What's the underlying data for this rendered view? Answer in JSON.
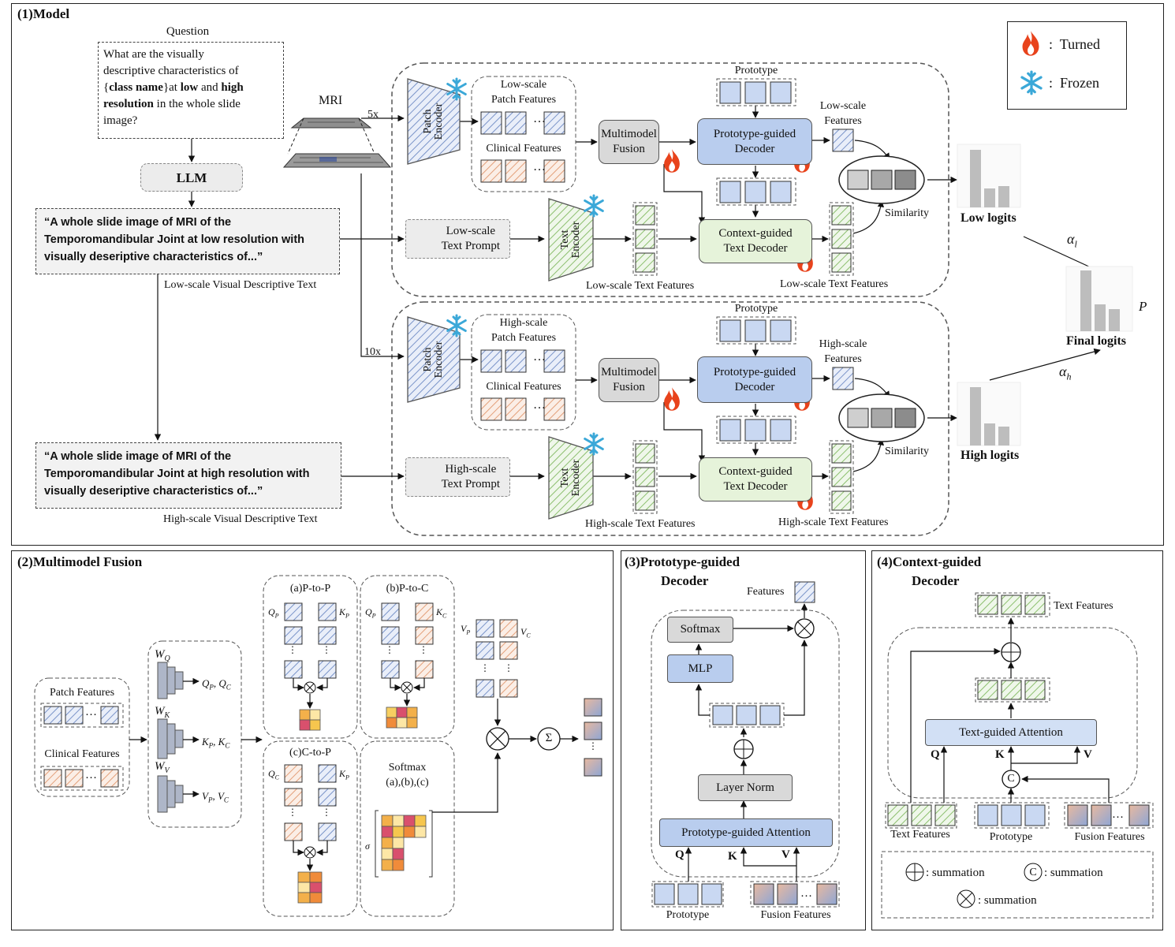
{
  "panel1": {
    "title": "(1)Model",
    "question_title": "Question",
    "question_parts": [
      "What are the visually",
      "descriptive characteristics of",
      "{",
      "class name",
      "}at ",
      "low",
      " and ",
      "high",
      "resolution",
      " in the whole slide",
      "image?"
    ],
    "llm": "LLM",
    "low_text": "“A whole slide image of MRI of the Temporomandibular Joint at low resolution with visually deseriptive characteristics of...”",
    "low_text_caption": "Low-scale Visual Descriptive Text",
    "high_text": "“A whole slide image of MRI of the Temporomandibular Joint at high resolution with visually deseriptive characteristics of...”",
    "high_text_caption": "High-scale Visual Descriptive Text",
    "mri": "MRI",
    "mag_low": "5x",
    "mag_high": "10x",
    "legend": {
      "turned": "Turned",
      "frozen": "Frozen",
      "sep": ":"
    },
    "low": {
      "patch_encoder": "Patch Encoder",
      "patch_features": [
        "Low-scale",
        "Patch Features"
      ],
      "clinical_features": "Clinical Features",
      "fusion": [
        "Multimodel",
        "Fusion"
      ],
      "prototype": "Prototype",
      "proto_decoder": [
        "Prototype-guided",
        "Decoder"
      ],
      "scale_features": [
        "Low-scale",
        "Features"
      ],
      "text_prompt": [
        "Low-scale",
        "Text Prompt"
      ],
      "text_encoder": "Text Encoder",
      "text_features": "Low-scale Text Features",
      "context_decoder": [
        "Context-guided",
        "Text Decoder"
      ],
      "out_text_features": "Low-scale Text Features",
      "similarity": "Similarity",
      "logits": "Low logits",
      "alpha": "α",
      "alpha_sub": "l"
    },
    "high": {
      "patch_encoder": "Patch Encoder",
      "patch_features": [
        "High-scale",
        "Patch Features"
      ],
      "clinical_features": "Clinical Features",
      "fusion": [
        "Multimodel",
        "Fusion"
      ],
      "prototype": "Prototype",
      "proto_decoder": [
        "Prototype-guided",
        "Decoder"
      ],
      "scale_features": [
        "High-scale",
        "Features"
      ],
      "text_prompt": [
        "High-scale",
        "Text Prompt"
      ],
      "text_encoder": "Text Encoder",
      "text_features": "High-scale Text Features",
      "context_decoder": [
        "Context-guided",
        "Text Decoder"
      ],
      "out_text_features": "High-scale Text Features",
      "similarity": "Similarity",
      "logits": "High logits",
      "alpha": "α",
      "alpha_sub": "h"
    },
    "final_logits": "Final logits",
    "p_label": "P"
  },
  "panel2": {
    "title": "(2)Multimodel Fusion",
    "patch_features": "Patch Features",
    "clinical_features": "Clinical Features",
    "wq": "W",
    "wq_sub": "Q",
    "wk": "W",
    "wk_sub": "K",
    "wv": "W",
    "wv_sub": "V",
    "out_q": "Q",
    "out_q_subs": [
      "P",
      "C"
    ],
    "out_k": "K",
    "out_k_subs": [
      "P",
      "C"
    ],
    "out_v": "V",
    "out_v_subs": [
      "P",
      "C"
    ],
    "ptop": "(a)P-to-P",
    "ptoc": "(b)P-to-C",
    "ctop": "(c)C-to-P",
    "softmax": "Softmax",
    "softmax_sub": "(a),(b),(c)",
    "sigma_small": "σ",
    "sum": "Σ",
    "multiply": "⊗"
  },
  "panel3": {
    "title": [
      "(3)Prototype-guided",
      "Decoder"
    ],
    "features": "Features",
    "softmax": "Softmax",
    "mlp": "MLP",
    "layer_norm": "Layer Norm",
    "attention": "Prototype-guided Attention",
    "q": "Q",
    "k": "K",
    "v": "V",
    "prototype": "Prototype",
    "fusion_features": "Fusion Features"
  },
  "panel4": {
    "title": [
      "(4)Context-guided",
      "Decoder"
    ],
    "text_features_top": "Text Features",
    "attention": "Text-guided Attention",
    "q": "Q",
    "k": "K",
    "v": "V",
    "concat": "C",
    "text_features": "Text Features",
    "prototype": "Prototype",
    "fusion_features": "Fusion Features",
    "legend": [
      {
        "symbol": "⊕",
        "label": "summation"
      },
      {
        "symbol": "C",
        "label": "summation"
      },
      {
        "symbol": "⊗",
        "label": "summation"
      }
    ]
  },
  "colors": {
    "blue_node": "#b9cdee",
    "grey_node": "#d9d9d9",
    "green_node": "#e6f3da",
    "flame": "#e8431c",
    "snow": "#3ba8d8",
    "patch_hatch": "#7a94c9",
    "clinical_hatch": "#e3a07a",
    "text_hatch": "#8cbf6e"
  }
}
